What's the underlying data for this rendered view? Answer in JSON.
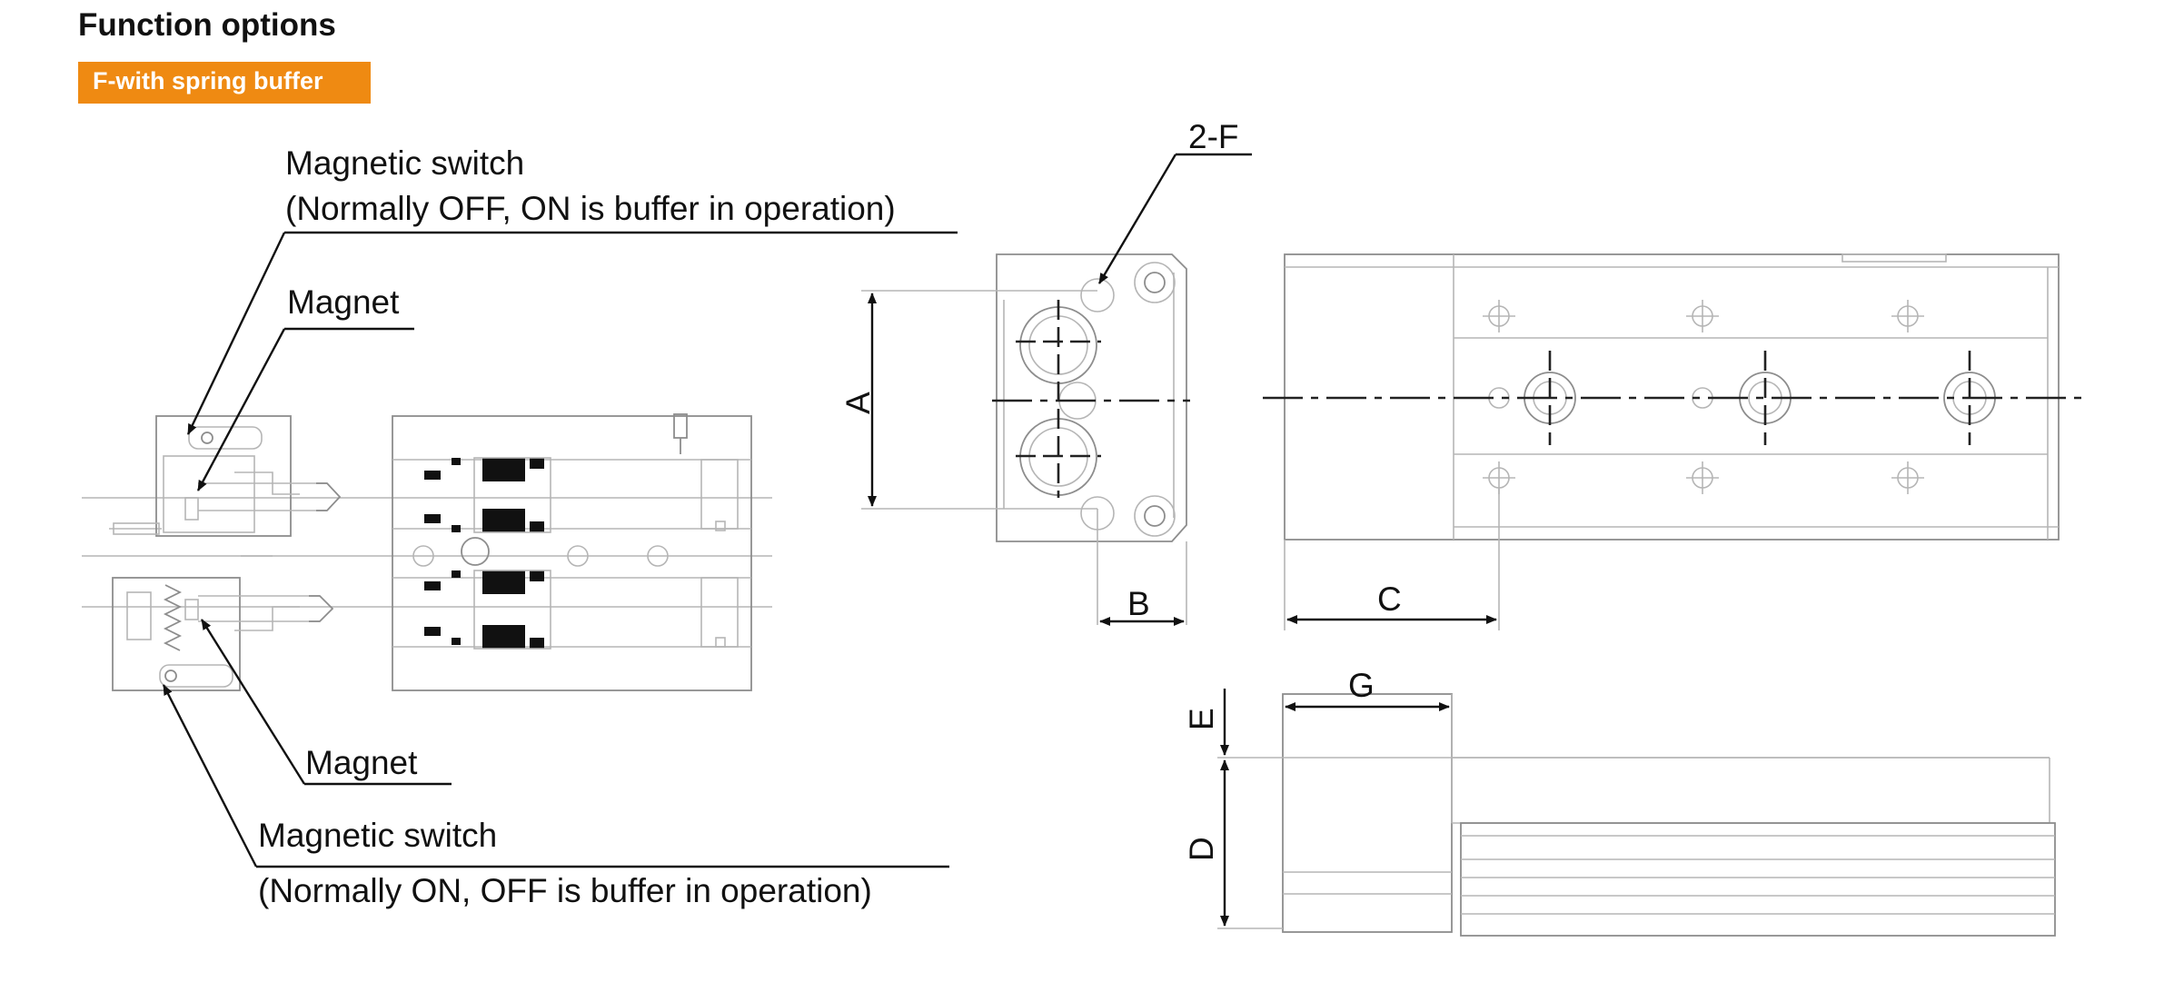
{
  "section_title": "Function options",
  "option_badge": {
    "label": "F-with spring buffer",
    "color": "#ef8a12"
  },
  "callouts": {
    "switch_top_line1": "Magnetic switch",
    "switch_top_line2": "(Normally OFF, ON is buffer in operation)",
    "magnet_top": "Magnet",
    "magnet_bottom": "Magnet",
    "switch_bottom_line1": "Magnetic switch",
    "switch_bottom_line2": "(Normally ON, OFF is buffer in operation)"
  },
  "dimensions": {
    "holes": "2-F",
    "a": "A",
    "b": "B",
    "c": "C",
    "d": "D",
    "e": "E",
    "g": "G"
  }
}
